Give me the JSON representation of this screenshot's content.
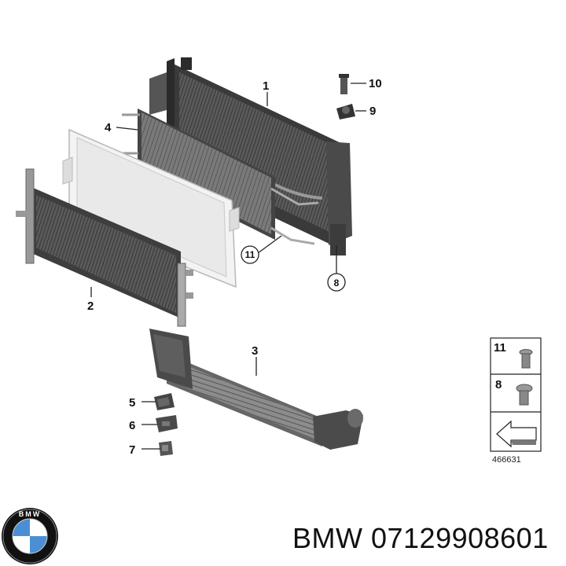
{
  "diagram": {
    "callouts": {
      "p1": "1",
      "p2": "2",
      "p3": "3",
      "p4": "4",
      "p5": "5",
      "p6": "6",
      "p7": "7",
      "p8": "8",
      "p9": "9",
      "p10": "10",
      "p11": "11"
    },
    "legend": {
      "row1_label": "11",
      "row2_label": "8",
      "diagram_number": "466631"
    }
  },
  "brand": {
    "logo_text": "BMW"
  },
  "caption": {
    "text": "BMW 07129908601"
  }
}
